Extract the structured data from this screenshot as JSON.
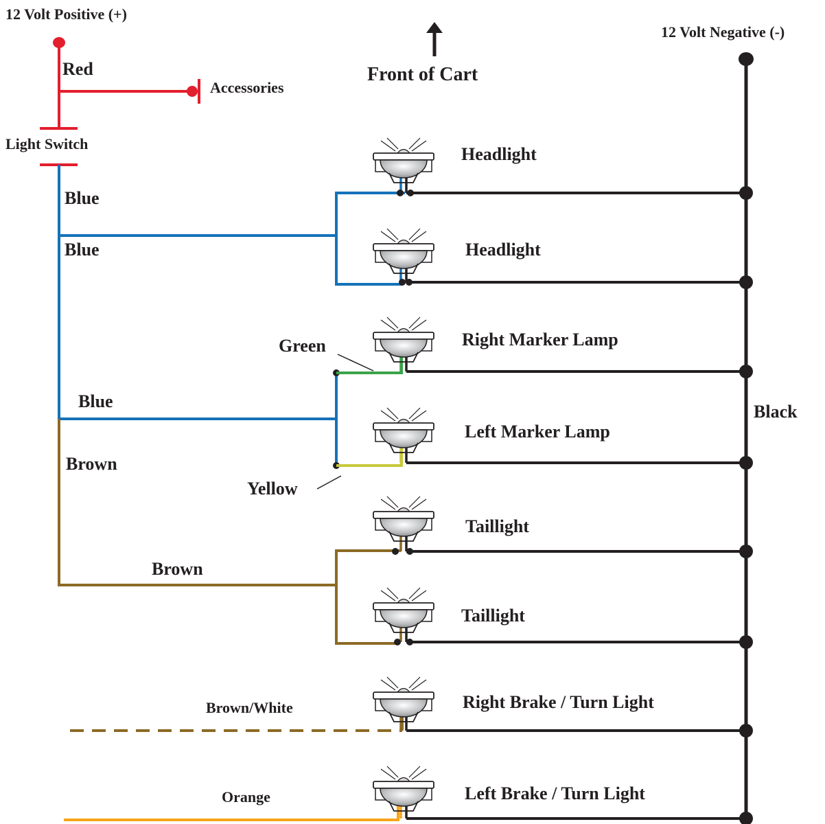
{
  "power": {
    "positive_label": "12 Volt Positive (+)",
    "negative_label": "12 Volt Negative (-)"
  },
  "orientation": {
    "front_label": "Front of Cart"
  },
  "switches": {
    "light_switch_label": "Light Switch",
    "accessories_label": "Accessories"
  },
  "lamps": [
    {
      "label": "Headlight",
      "wire": "Blue"
    },
    {
      "label": "Headlight",
      "wire": "Blue"
    },
    {
      "label": "Right Marker Lamp",
      "wire": "Green"
    },
    {
      "label": "Left Marker Lamp",
      "wire": "Yellow"
    },
    {
      "label": "Taillight",
      "wire": "Brown"
    },
    {
      "label": "Taillight",
      "wire": "Brown"
    },
    {
      "label": "Right Brake / Turn Light",
      "wire": "Brown/White"
    },
    {
      "label": "Left Brake / Turn Light",
      "wire": "Orange"
    }
  ],
  "wire_labels": {
    "red": "Red",
    "blue_1": "Blue",
    "blue_2": "Blue",
    "blue_3": "Blue",
    "brown_1": "Brown",
    "brown_2": "Brown",
    "green": "Green",
    "yellow": "Yellow",
    "black": "Black",
    "brown_white": "Brown/White",
    "orange": "Orange"
  },
  "colors": {
    "red": "#e31e2d",
    "blue": "#1572b9",
    "brown": "#8c6a26",
    "green": "#3aa34a",
    "yellow": "#c8c83a",
    "orange": "#f7a51c",
    "black": "#231f20"
  },
  "icons": {
    "lamp": "lamp-icon",
    "arrow": "arrow-up-icon"
  }
}
